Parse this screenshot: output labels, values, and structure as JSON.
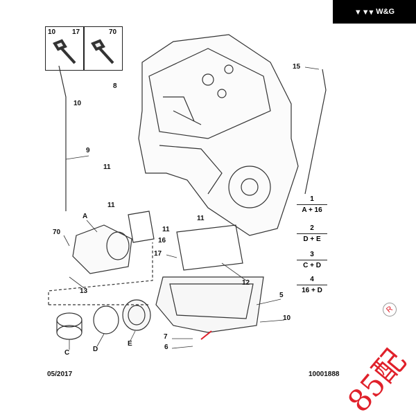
{
  "brand": {
    "logo_marks": "▼▼▾",
    "name": "W&G"
  },
  "fastener_boxes": [
    {
      "labels": [
        "10",
        "17"
      ]
    },
    {
      "labels": [
        "70"
      ]
    }
  ],
  "callouts": {
    "c15": "15",
    "c8": "8",
    "c10a": "10",
    "c9": "9",
    "c11a": "11",
    "c11b": "11",
    "c11c": "11",
    "c11d": "11",
    "c16": "16",
    "cA": "A",
    "c70": "70",
    "c13": "13",
    "c17": "17",
    "c12": "12",
    "c5": "5",
    "c10b": "10",
    "c7": "7",
    "c6": "6",
    "cC": "C",
    "cD": "D",
    "cE": "E"
  },
  "kits": [
    {
      "number": "1",
      "contents": "A + 16"
    },
    {
      "number": "2",
      "contents": "D + E"
    },
    {
      "number": "3",
      "contents": "C + D"
    },
    {
      "number": "4",
      "contents": "16 + D"
    }
  ],
  "footer": {
    "date": "05/2017",
    "ref": "10001888"
  },
  "stamp": {
    "text": "85配",
    "mark": "R"
  },
  "colors": {
    "line": "#222222",
    "accent": "#e0202a"
  }
}
